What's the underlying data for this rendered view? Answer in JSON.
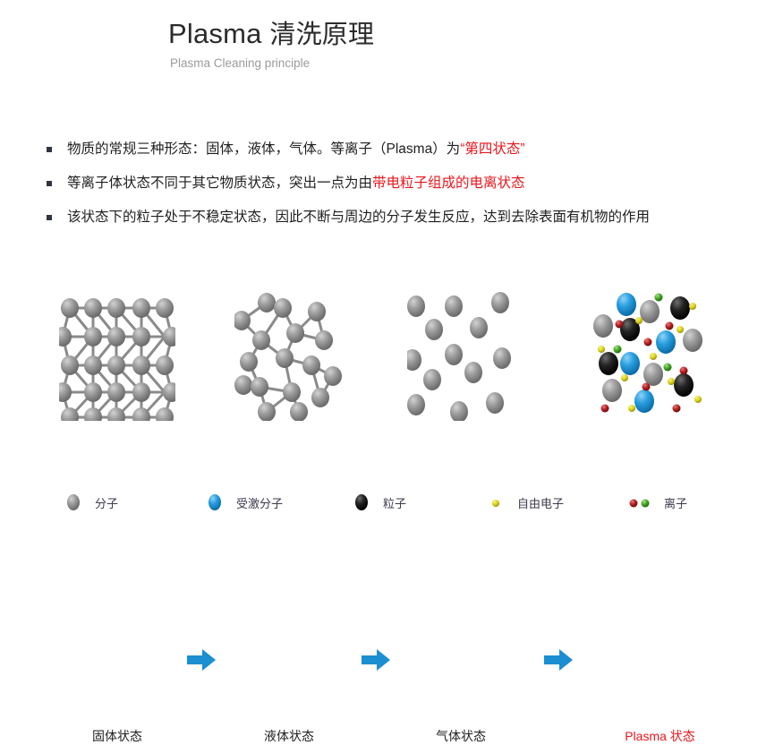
{
  "slide": {
    "title_en": "Plasma",
    "title_cn": "清洗原理",
    "subtitle": "Plasma Cleaning principle",
    "background_color": "#ffffff",
    "accent_red": "#e8171c",
    "arrow_blue": "#1b8fd1"
  },
  "bullets": [
    {
      "marker": "square-bullet",
      "segments": [
        {
          "text": "物质的常规三种形态：固体，液体，气体。等离子（Plasma）为",
          "color": "#1f1f1f"
        },
        {
          "text": "“第四状态”",
          "color": "#e8171c"
        }
      ]
    },
    {
      "marker": "square-bullet",
      "segments": [
        {
          "text": "等离子体状态不同于其它物质状态，突出一点为由",
          "color": "#1f1f1f"
        },
        {
          "text": "带电粒子组成的电离状态",
          "color": "#e8171c"
        }
      ]
    },
    {
      "marker": "square-bullet",
      "segments": [
        {
          "text": "该状态下的粒子处于不稳定状态，因此不断与周边的分子发生反应，达到去除表面有机物的作用",
          "color": "#1f1f1f"
        }
      ]
    }
  ],
  "states": [
    {
      "key": "solid",
      "label": "固体状态",
      "label_color": "#1f1f1f",
      "icon": "solid-lattice-diagram"
    },
    {
      "key": "liquid",
      "label": "液体状态",
      "label_color": "#1f1f1f",
      "icon": "liquid-network-diagram"
    },
    {
      "key": "gas",
      "label": "气体状态",
      "label_color": "#1f1f1f",
      "icon": "gas-particles-diagram"
    },
    {
      "key": "plasma",
      "label": "Plasma 状态",
      "label_color": "#e8171c",
      "icon": "plasma-particles-diagram"
    }
  ],
  "arrows": [
    {
      "name": "arrow-solid-to-liquid",
      "glyph": "right-arrow-icon",
      "color": "#1b8fd1"
    },
    {
      "name": "arrow-liquid-to-gas",
      "glyph": "right-arrow-icon",
      "color": "#1b8fd1"
    },
    {
      "name": "arrow-gas-to-plasma",
      "glyph": "right-arrow-icon",
      "color": "#1b8fd1"
    }
  ],
  "legend": [
    {
      "key": "molecule",
      "label": "分子",
      "swatch": "gray-ellipse-icon",
      "color": "#8d8d8d"
    },
    {
      "key": "excited-molecule",
      "label": "受激分子",
      "swatch": "blue-ellipse-icon",
      "color": "#1b8fd1"
    },
    {
      "key": "particle",
      "label": "粒子",
      "swatch": "black-ellipse-icon",
      "color": "#141414"
    },
    {
      "key": "free-electron",
      "label": "自由电子",
      "swatch": "yellow-dot-icon",
      "color": "#d9d216"
    },
    {
      "key": "ion",
      "label": "离子",
      "swatch": "red-green-dots-icon",
      "color": "#b01818"
    }
  ]
}
